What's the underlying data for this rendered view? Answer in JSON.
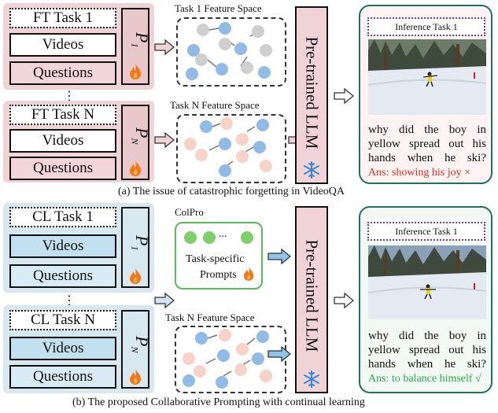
{
  "top": {
    "task1": {
      "title": "FT Task 1",
      "videos": "Videos",
      "questions": "Questions"
    },
    "taskN": {
      "title": "FT Task N",
      "videos": "Videos",
      "questions": "Questions"
    },
    "ellipsis": "⋮",
    "feature_space_1": "Task 1 Feature Space",
    "feature_space_n": "Task N Feature Space",
    "llm_label": "Pre-trained LLM",
    "inference_title": "Inference Task 1",
    "question_lines": [
      "why did the boy in",
      "yellow spread out his",
      "hands when he ski?"
    ],
    "answer": "Ans: showing his joy ×",
    "caption": "(a) The issue of catastrophic forgetting in VideoQA"
  },
  "bottom": {
    "task1": {
      "title": "CL Task 1",
      "videos": "Videos",
      "questions": "Questions"
    },
    "taskN": {
      "title": "CL Task N",
      "videos": "Videos",
      "questions": "Questions"
    },
    "ellipsis": "⋮",
    "colpro_label": "ColPro",
    "prompt_dots": "...",
    "prompt_text_1": "Task-specific",
    "prompt_text_2": "Prompts",
    "feature_space_n": "Task N Feature Space",
    "llm_label": "Pre-trained LLM",
    "inference_title": "Inference Task 1",
    "question_lines": [
      "why did the boy in",
      "yellow spread out his",
      "hands when he ski?"
    ],
    "answer": "Ans: to balance himself √",
    "caption": "(b) The proposed Collaborative Prompting with continual learning"
  },
  "prompt_labels": {
    "p1": "P",
    "p1_sub": "1",
    "pn": "P",
    "pn_sub": "N"
  },
  "colors": {
    "pink_panel": "#efd3d6",
    "blue_panel": "#d7e8f1",
    "answer_wrong": "#e0301e",
    "answer_right": "#2aa84a",
    "inference_border_top": "#1f6f5a",
    "inference_border_bottom": "#1f6f5a",
    "dot_blue": "#8fbbe6",
    "dot_grey": "#cfcfcf",
    "dot_peach": "#f6d3c6",
    "prompt_green": "#7ccf6b"
  },
  "icons": [
    "fire-icon",
    "snowflake-icon",
    "arrow-right-icon"
  ]
}
